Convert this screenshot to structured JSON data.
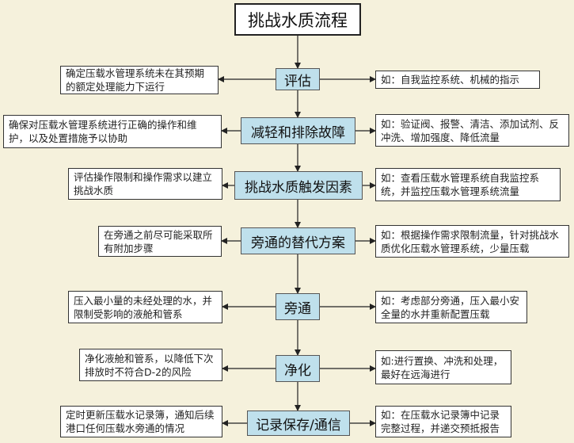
{
  "title": "挑战水质流程",
  "steps": [
    {
      "label": "评估",
      "left": "确定压载水管理系统未在其预期的额定处理能力下运行",
      "right": "如：自我监控系统、机械的指示"
    },
    {
      "label": "减轻和排除故障",
      "left": "确保对压载水管理系统进行正确的操作和维护，以及处置措施予以协助",
      "right": "如：验证阀、报警、清洁、添加试剂、反冲洗、增加强度、降低流量"
    },
    {
      "label": "挑战水质触发因素",
      "left": "评估操作限制和操作需求以建立挑战水质",
      "right": "如：查看压载水管理系统自我监控系统，并监控压载水管理系统流量"
    },
    {
      "label": "旁通的替代方案",
      "left": "在旁通之前尽可能采取所有附加步骤",
      "right": "如：根据操作需求限制流量，针对挑战水质优化压载水管理系统，少量压载"
    },
    {
      "label": "旁通",
      "left": "压入最小量的未经处理的水，并限制受影响的液舱和管系",
      "right": "如：考虑部分旁通，压入最小安全量的水并重新配置压载"
    },
    {
      "label": "净化",
      "left": "净化液舱和管系，以降低下次排放时不符合D-2的风险",
      "right": "如:进行置换、冲洗和处理，最好在远海进行"
    },
    {
      "label": "记录保存/通信",
      "left": "定时更新压载水记录簿，通知后续港口任何压载水旁通的情况",
      "right": "如：在压载水记录簿中记录完整过程，并递交预抵报告"
    }
  ]
}
